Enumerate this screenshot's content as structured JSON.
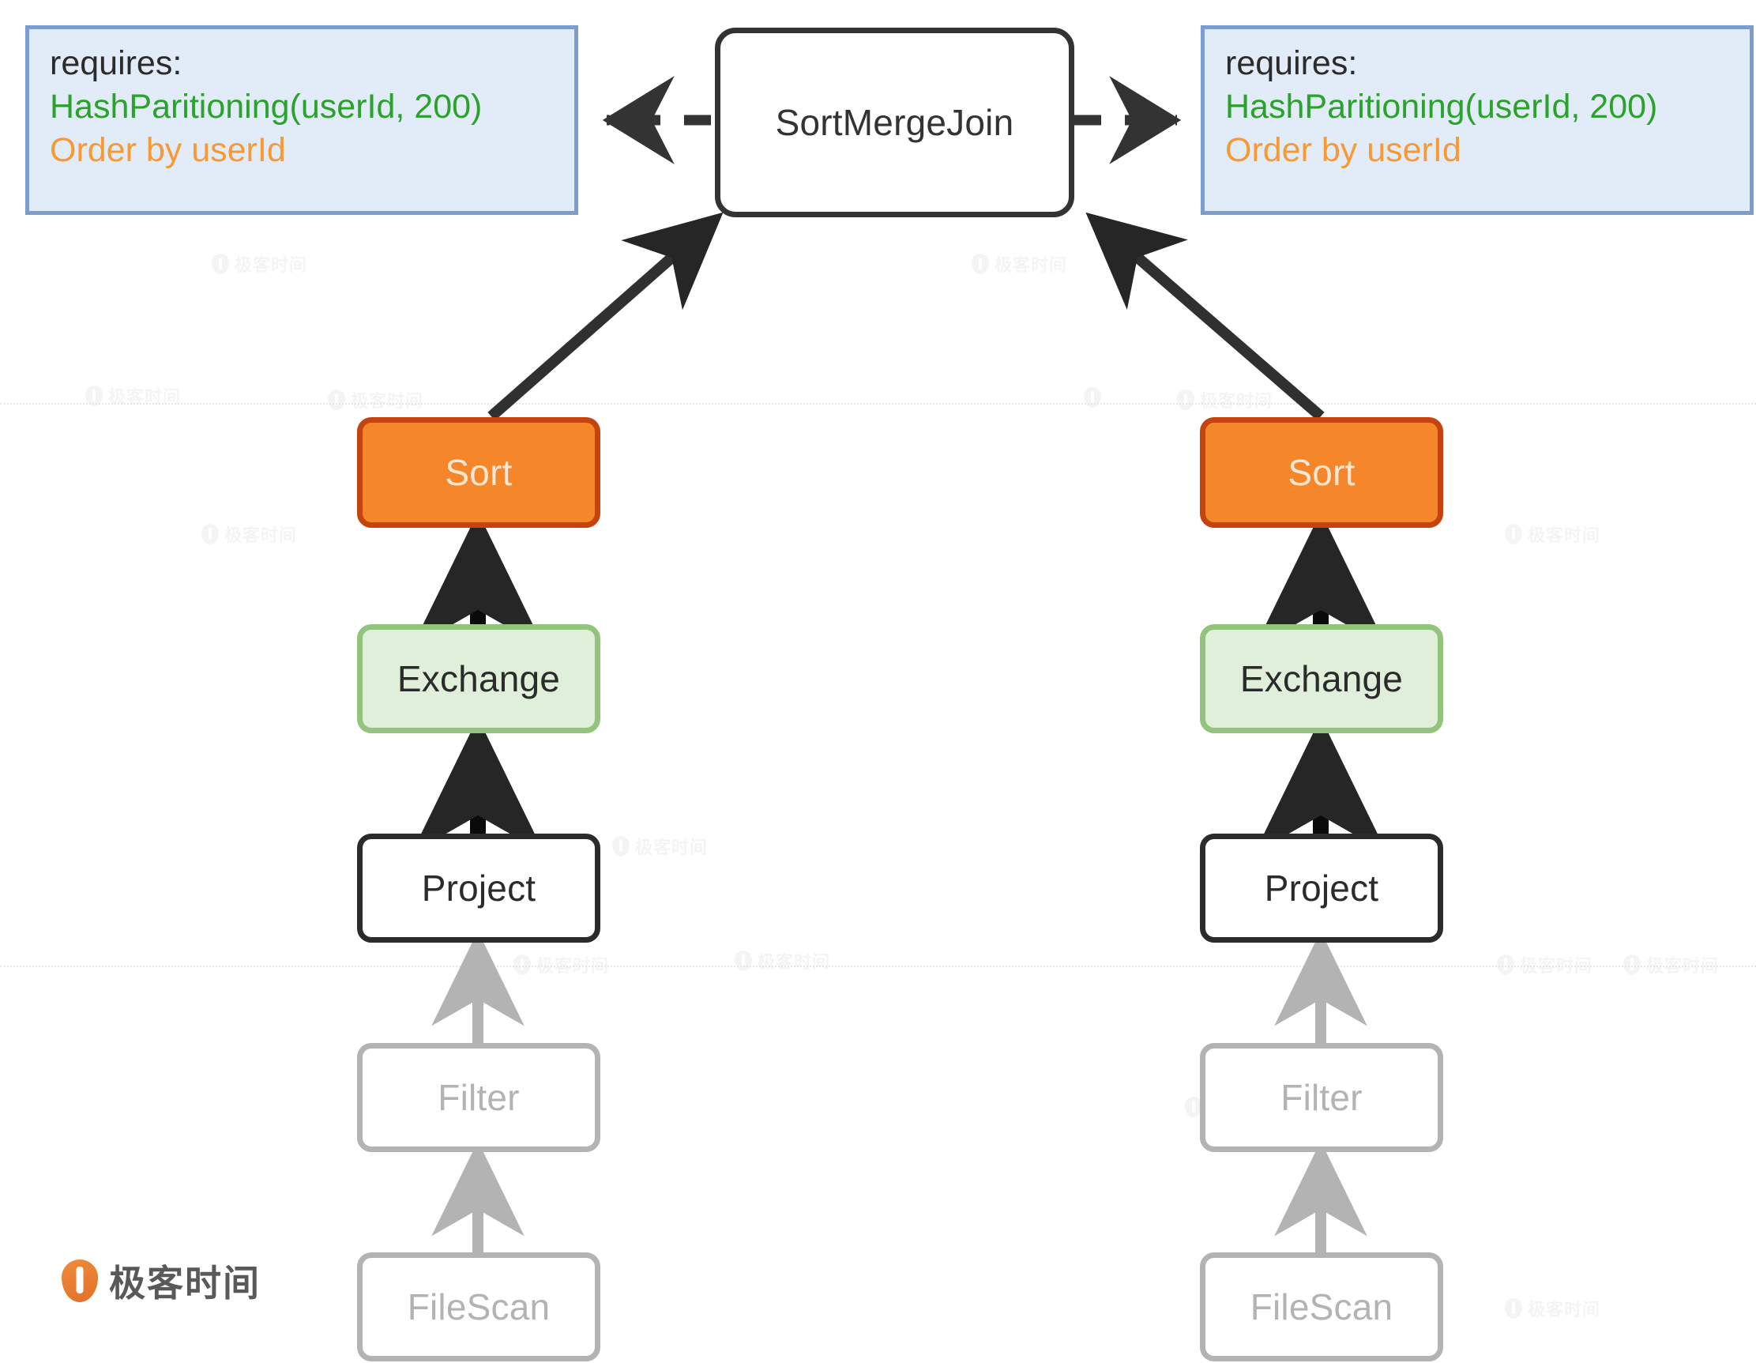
{
  "diagram": {
    "title": "Spark SortMergeJoin physical plan with required distribution and ordering",
    "colors": {
      "sort_fill": "#F5862A",
      "sort_border": "#C5430E",
      "sort_text": "#FCE7D4",
      "exchange_fill": "#DFEFD9",
      "exchange_border": "#93C47D",
      "node_border_dark": "#2b2b2b",
      "muted_border": "#b3b3b3",
      "muted_text": "#b3b3b3",
      "callout_fill": "#E2EBF8",
      "callout_border": "#7B9CCF",
      "hash_green": "#2BA22B",
      "order_orange": "#F79A35",
      "edge_dark": "#333333",
      "edge_muted": "#b3b3b3"
    }
  },
  "root": {
    "label": "SortMergeJoin"
  },
  "callouts": {
    "left": {
      "requires_label": "requires:",
      "distribution": "HashParitioning(userId, 200)",
      "ordering": "Order by userId"
    },
    "right": {
      "requires_label": "requires:",
      "distribution": "HashParitioning(userId, 200)",
      "ordering": "Order by userId"
    }
  },
  "branches": [
    {
      "side": "left",
      "nodes": [
        {
          "label": "Sort",
          "state": "highlight"
        },
        {
          "label": "Exchange",
          "state": "highlight"
        },
        {
          "label": "Project",
          "state": "active"
        },
        {
          "label": "Filter",
          "state": "muted"
        },
        {
          "label": "FileScan",
          "state": "muted"
        }
      ]
    },
    {
      "side": "right",
      "nodes": [
        {
          "label": "Sort",
          "state": "highlight"
        },
        {
          "label": "Exchange",
          "state": "highlight"
        },
        {
          "label": "Project",
          "state": "active"
        },
        {
          "label": "Filter",
          "state": "muted"
        },
        {
          "label": "FileScan",
          "state": "muted"
        }
      ]
    }
  ],
  "brand": {
    "name": "极客时间"
  },
  "watermark": {
    "text": "极客时间"
  }
}
